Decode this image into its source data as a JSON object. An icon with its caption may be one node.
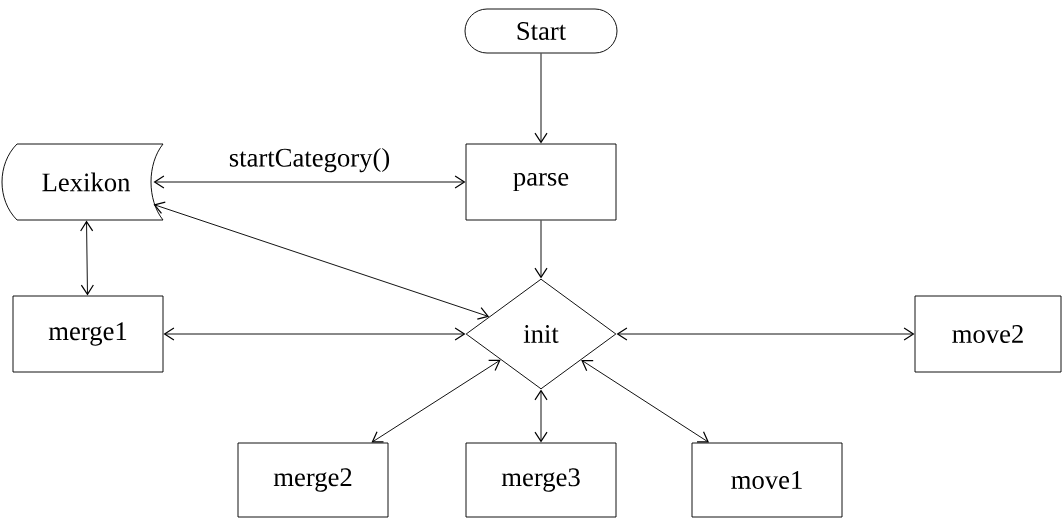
{
  "diagram": {
    "nodes": [
      {
        "text": [
          "Start"
        ]
      },
      {
        "text": [
          "Lexikon"
        ]
      },
      {
        "text": [
          "parse"
        ]
      },
      {
        "text": [
          "init"
        ]
      },
      {
        "text": [
          "merge1"
        ]
      },
      {
        "text": [
          "move2"
        ]
      },
      {
        "text": [
          "merge2"
        ]
      },
      {
        "text": [
          "merge3"
        ]
      },
      {
        "text": [
          "move1"
        ]
      }
    ],
    "edges": [
      {
        "from": 0,
        "to": 2,
        "arrow": "to"
      },
      {
        "from": 1,
        "to": 2,
        "arrow": "both",
        "label": "startCategory()"
      },
      {
        "from": 2,
        "to": 3,
        "arrow": "to"
      },
      {
        "from": 1,
        "to": 3,
        "arrow": "both"
      },
      {
        "from": 1,
        "to": 4,
        "arrow": "both"
      },
      {
        "from": 4,
        "to": 3,
        "arrow": "both"
      },
      {
        "from": 3,
        "to": 5,
        "arrow": "both"
      },
      {
        "from": 3,
        "to": 6,
        "arrow": "both"
      },
      {
        "from": 3,
        "to": 7,
        "arrow": "both"
      },
      {
        "from": 3,
        "to": 8,
        "arrow": "both"
      }
    ]
  }
}
